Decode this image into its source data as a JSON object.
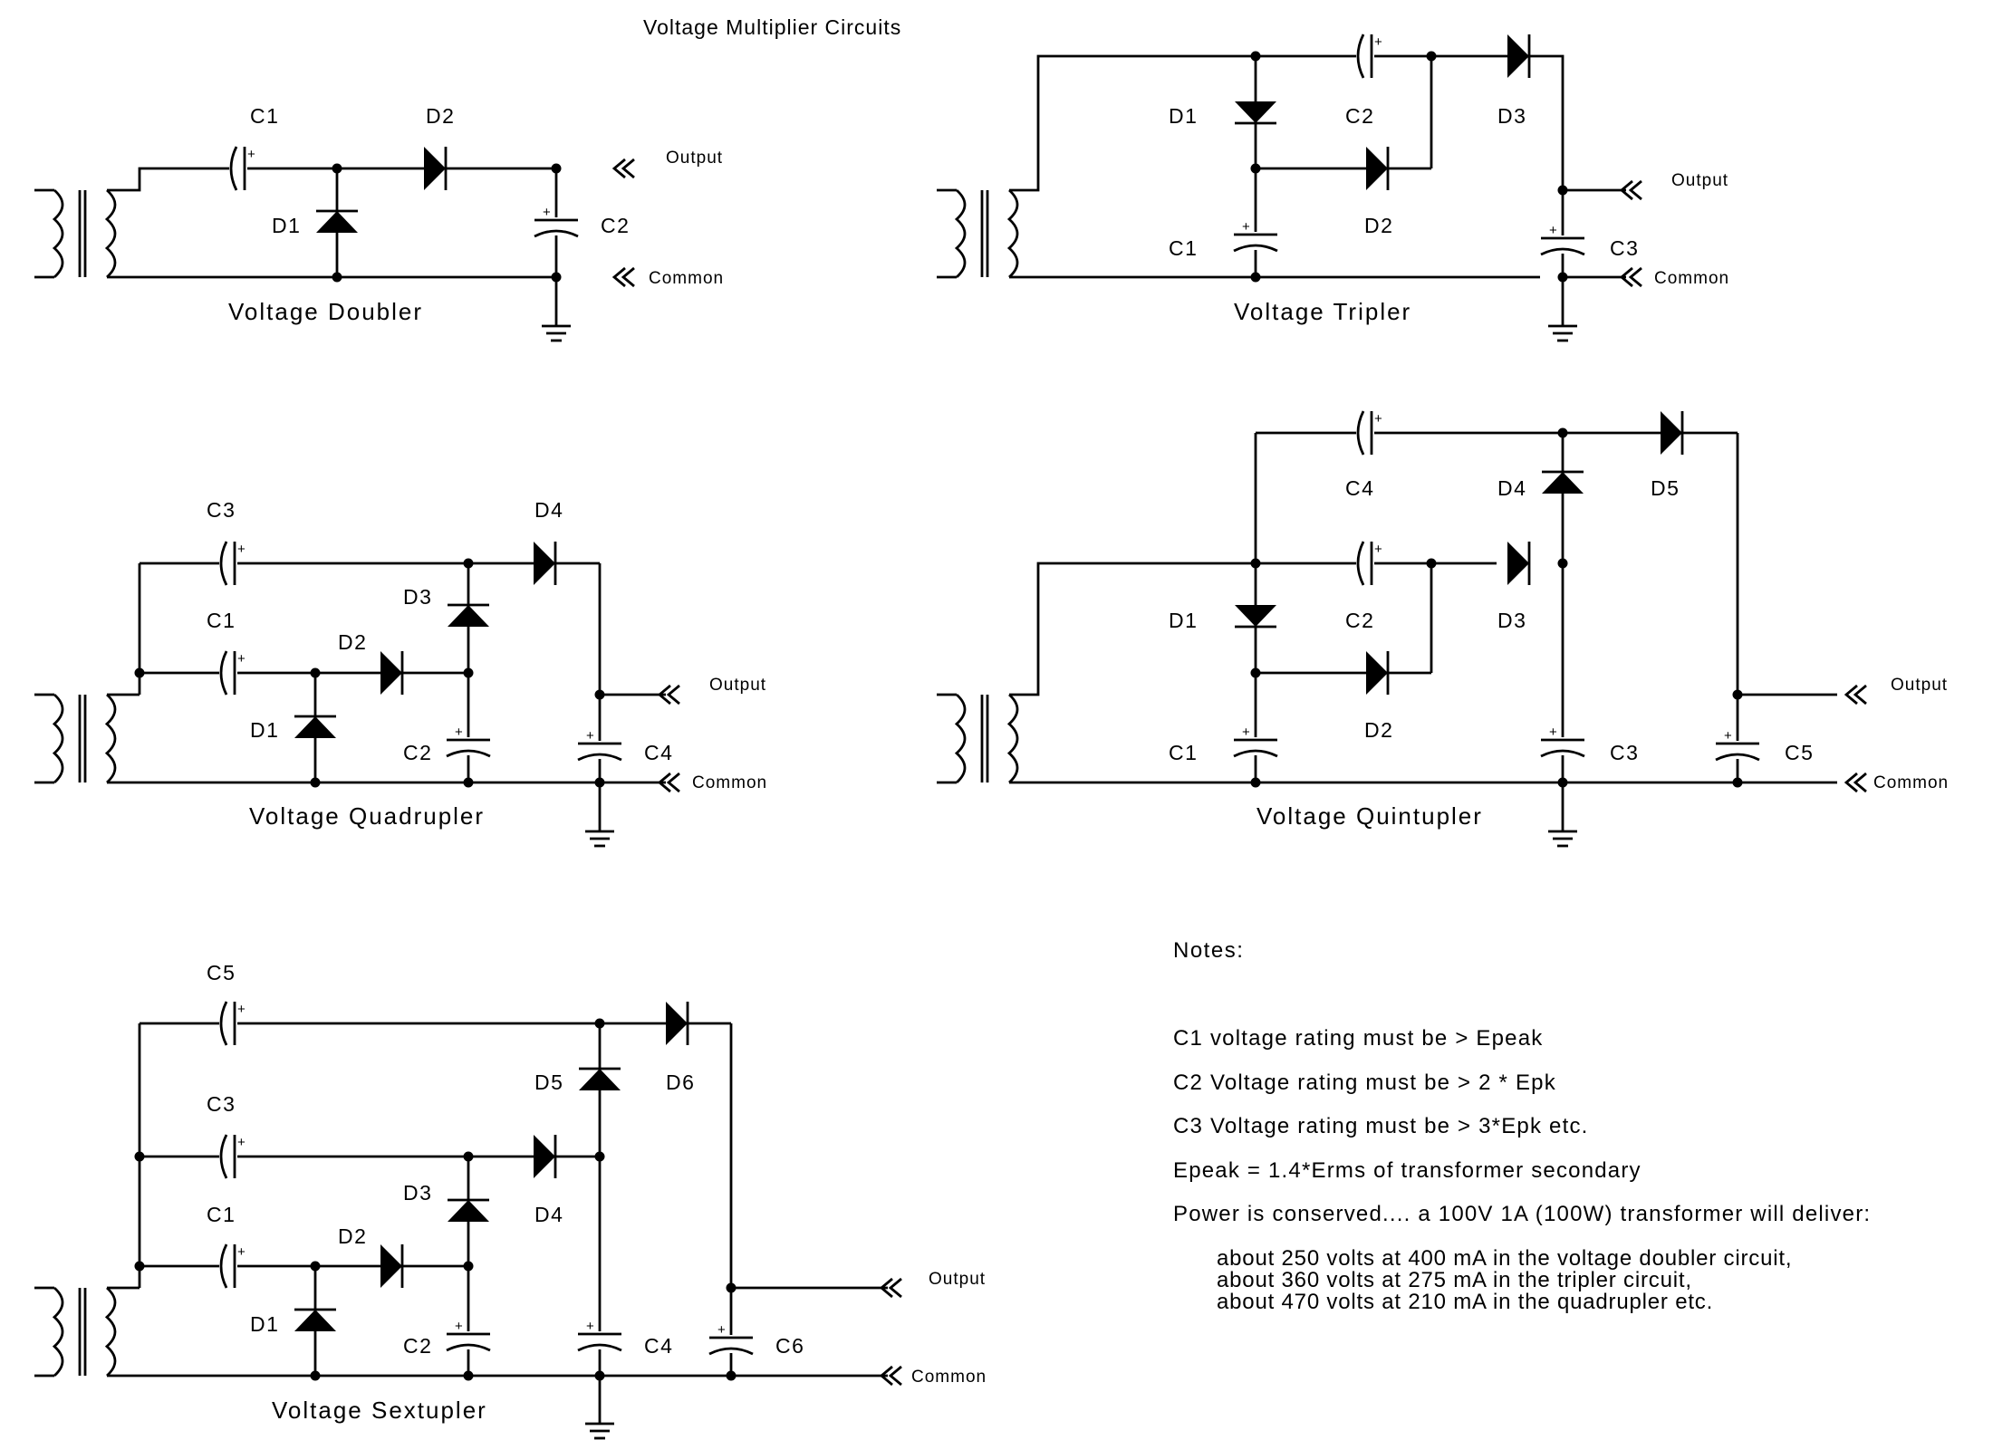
{
  "title": "Voltage Multiplier Circuits",
  "io": {
    "output": "Output",
    "common": "Common"
  },
  "plus": "+",
  "circuits": {
    "doubler": {
      "caption": "Voltage Doubler",
      "labels": [
        "C1",
        "D2",
        "D1",
        "C2"
      ]
    },
    "tripler": {
      "caption": "Voltage Tripler",
      "labels": [
        "D1",
        "C2",
        "D3",
        "D2",
        "C1",
        "C3"
      ]
    },
    "quadrupler": {
      "caption": "Voltage Quadrupler",
      "labels": [
        "C3",
        "D4",
        "C1",
        "D3",
        "D2",
        "D1",
        "C2",
        "C4"
      ]
    },
    "quintupler": {
      "caption": "Voltage Quintupler",
      "labels": [
        "C4",
        "D4",
        "D5",
        "D1",
        "C2",
        "D3",
        "D2",
        "C1",
        "C3",
        "C5"
      ]
    },
    "sextupler": {
      "caption": "Voltage Sextupler",
      "labels": [
        "C5",
        "D5",
        "D6",
        "C3",
        "D3",
        "D4",
        "C1",
        "D2",
        "D1",
        "C2",
        "C4",
        "C6"
      ]
    }
  },
  "notes": {
    "heading": "Notes:",
    "items": [
      "C1 voltage rating must be > Epeak",
      "C2 Voltage rating must be > 2 * Epk",
      "C3 Voltage rating must be > 3*Epk  etc.",
      "Epeak = 1.4*Erms of transformer secondary",
      "Power is conserved.... a 100V 1A (100W) transformer will deliver:"
    ],
    "sub": [
      "about 250 volts at 400 mA in the voltage doubler circuit,",
      "about 360 volts at 275 mA in the tripler circuit,",
      "about 470 volts at 210 mA in the quadrupler etc."
    ]
  }
}
